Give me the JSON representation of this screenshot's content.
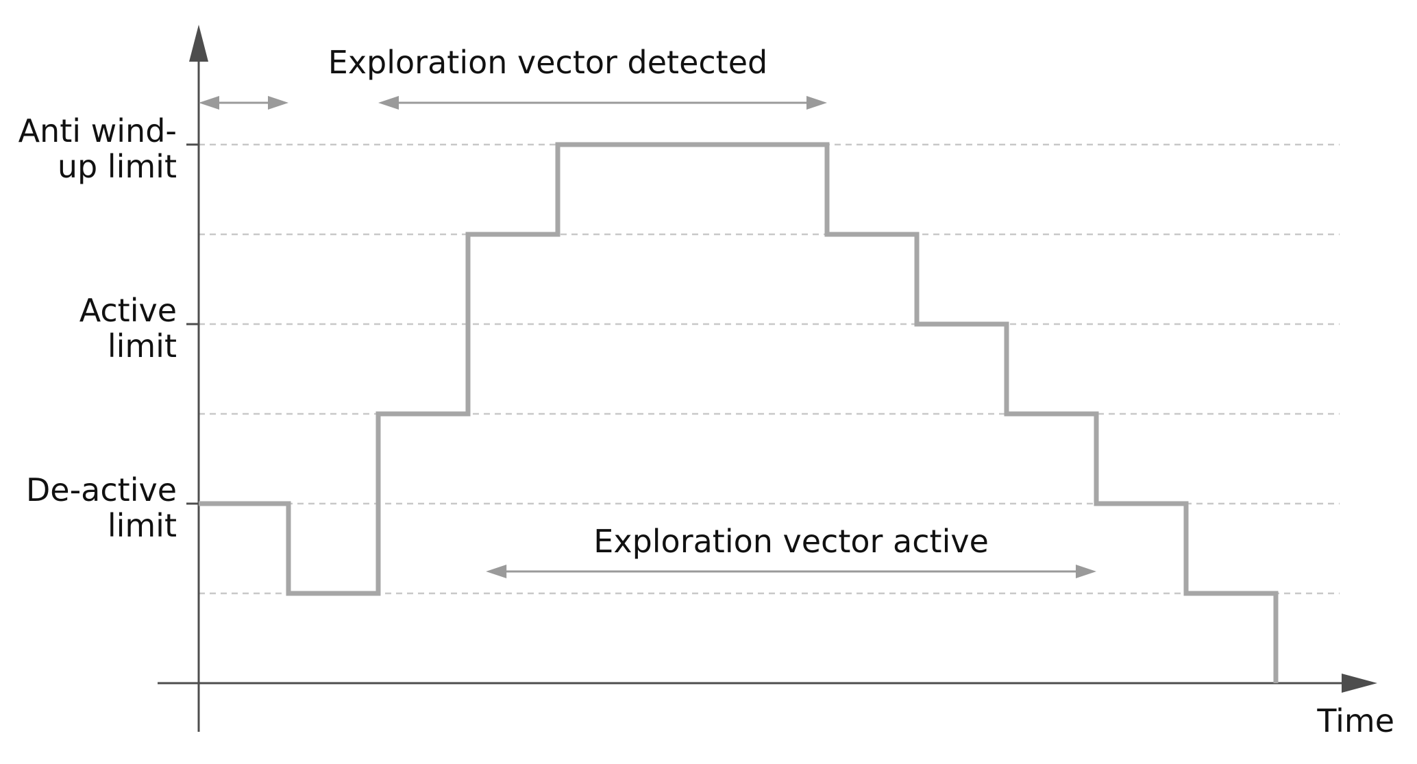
{
  "chart_data": {
    "type": "line",
    "step": true,
    "xlabel": "Time",
    "ylabel": "",
    "grid": "horizontal dashed",
    "y_levels": [
      1,
      2,
      3,
      4,
      5,
      6
    ],
    "y_tick_labels": [
      {
        "level": 2,
        "lines": [
          "De-active",
          "limit"
        ]
      },
      {
        "level": 4,
        "lines": [
          "Active",
          "limit"
        ]
      },
      {
        "level": 6,
        "lines": [
          "Anti wind-",
          "up limit"
        ]
      }
    ],
    "series": [
      {
        "x": [
          0,
          1,
          1,
          2,
          2,
          3,
          3,
          4,
          4,
          7,
          7,
          8,
          8,
          9,
          9,
          10,
          10,
          11,
          11,
          12,
          12
        ],
        "y": [
          2,
          2,
          1,
          1,
          3,
          3,
          5,
          5,
          6,
          6,
          5,
          5,
          4,
          4,
          3,
          3,
          2,
          2,
          1,
          1,
          0
        ]
      }
    ],
    "annotations": [
      {
        "text": "",
        "from": 0,
        "to": 1,
        "level": 6.5
      },
      {
        "text": "Exploration vector detected",
        "from": 2,
        "to": 7,
        "level": 6.5
      },
      {
        "text": "Exploration vector active",
        "from": 3.2,
        "to": 10,
        "level": 1.3
      }
    ],
    "colors": {
      "line": "#a6a6a6",
      "grid": "#c8c8c8",
      "axis": "#4d4d4d",
      "arrow": "#9a9a9a",
      "text": "#111111"
    }
  }
}
